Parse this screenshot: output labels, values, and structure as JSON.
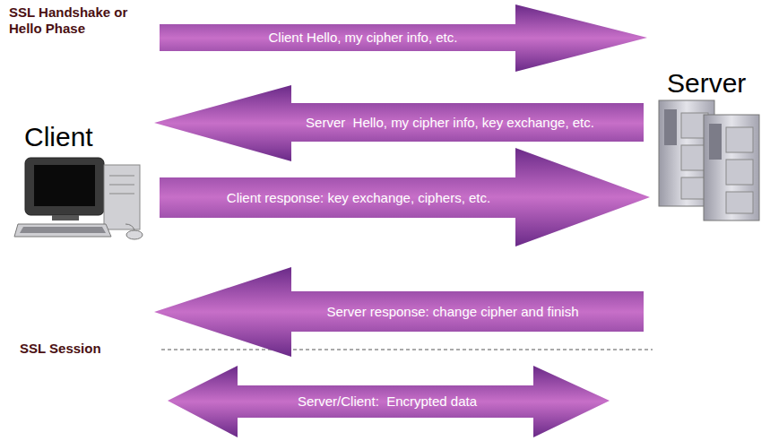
{
  "diagram": {
    "nodes": [
      {
        "text": [
          "Client Hello, my cipher info, etc."
        ]
      },
      {
        "text": [
          "Server  Hello, my cipher info, key exchange, etc."
        ]
      },
      {
        "text": [
          "Client response: key exchange, ciphers, etc."
        ]
      },
      {
        "text": [
          "Server response: change cipher and finish"
        ]
      },
      {
        "text": [
          "Server/Client:  Encrypted data"
        ]
      }
    ],
    "labels": [
      "SSL Handshake or Hello Phase",
      "Client",
      "Server",
      "SSL Session"
    ]
  }
}
